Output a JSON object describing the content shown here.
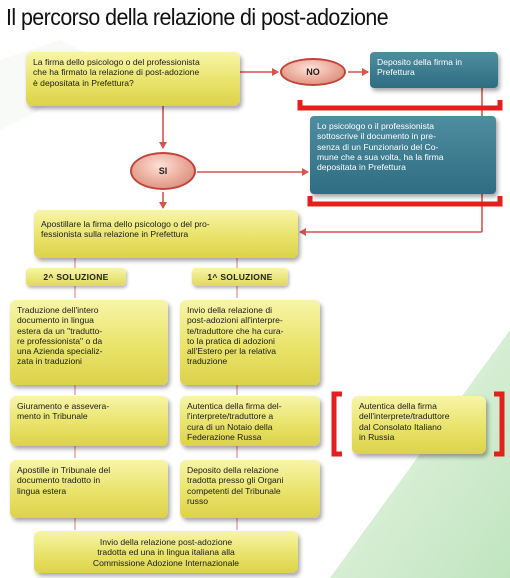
{
  "title": "Il percorso della relazione di post-adozione",
  "colors": {
    "box_fill": "#e9e36a",
    "teal_box": "#2e6d82",
    "arrow": "#d9534f",
    "bracket": "#e3201b"
  },
  "nodes": {
    "question": "La firma dello psicologo o del professionista\nche ha firmato la relazione di post-adozione\nè depositata in Prefettura?",
    "no": "NO",
    "si": "SI",
    "deposit": "Deposito della firma in\nPrefettura",
    "sign_presence": "Lo psicologo o il professionista\nsottoscrive il documento in pre-\nsenza di un Funzionario del Co-\nmune che a sua volta, ha la firma\ndepositata in Prefettura",
    "apostille": "Apostillare la firma dello psicologo o del pro-\nfessionista sulla relazione in Prefettura",
    "sol2": "2^ SOLUZIONE",
    "sol1": "1^ SOLUZIONE",
    "trad": "Traduzione dell'intero\ndocumento in lingua\nestera da un \"tradutto-\nre professionista\" o da\nuna Azienda specializ-\nzata in traduzioni",
    "invio_interp": "Invio della relazione di\npost-adozioni all'interpre-\nte/traduttore che ha cura-\nto la pratica di adozioni\nall'Estero per la relativa\ntraduzione",
    "giuramento": "Giuramento e assevera-\nmento in Tribunale",
    "autentica_notaio": "Autentica della firma del-\nl'interprete/traduttore a\ncura di un Notaio della\nFederazione Russa",
    "autentica_consolato": "Autentica della firma\ndell'interprete/traduttore\ndal Consolato Italiano\nin Russia",
    "apostille_trib": "Apostille in Tribunale del\ndocumento tradotto in\nlingua estera",
    "deposito_organi": "Deposito della relazione\ntradotta presso gli Organi\ncompetenti del Tribunale\nrusso",
    "final": "Invio della relazione post-adozione\ntradotta ed una in lingua italiana alla\nCommissione Adozione Internazionale"
  }
}
